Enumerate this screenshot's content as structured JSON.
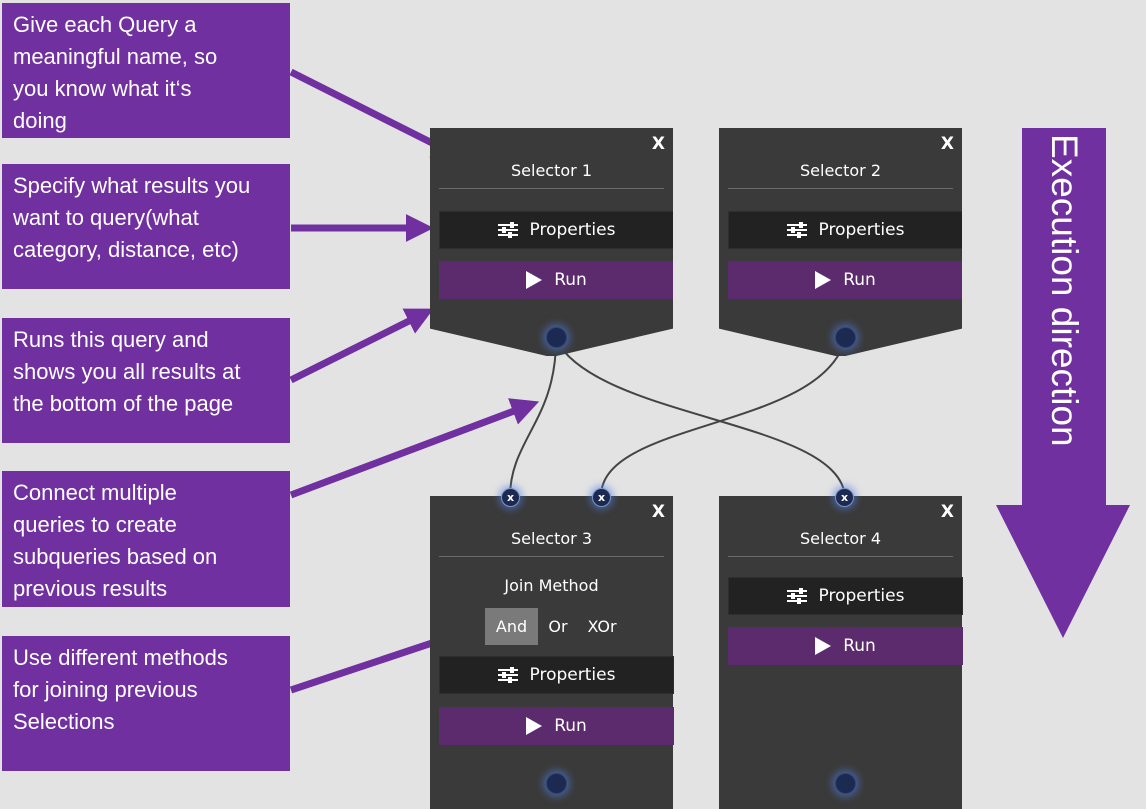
{
  "callouts": [
    "Give each Query a\nmeaningful name, so\nyou know what it‘s\ndoing",
    "Specify what results you\nwant to query(what\ncategory, distance, etc)",
    "Runs this query and\nshows you all results at\nthe bottom of the page",
    "Connect multiple\nqueries to create\nsubqueries based on\nprevious results",
    "Use different methods\nfor joining previous\nSelections"
  ],
  "nodes": [
    {
      "title": "Selector 1",
      "close": "X",
      "properties_label": "Properties",
      "run_label": "Run"
    },
    {
      "title": "Selector 2",
      "close": "X",
      "properties_label": "Properties",
      "run_label": "Run"
    },
    {
      "title": "Selector 3",
      "close": "X",
      "join_method_label": "Join Method",
      "join_options": [
        "And",
        "Or",
        "XOr"
      ],
      "join_selected": "And",
      "properties_label": "Properties",
      "run_label": "Run"
    },
    {
      "title": "Selector 4",
      "close": "X",
      "properties_label": "Properties",
      "run_label": "Run"
    }
  ],
  "input_port_label": "x",
  "execution_label": "Execution direction",
  "colors": {
    "callout": "#7030a0",
    "node_bg": "#3a3a3a",
    "run_button": "#5c2b6e",
    "properties_button": "#222222",
    "background": "#e3e3e3",
    "port": "#1c2a52"
  },
  "icons": {
    "properties": "sliders-icon",
    "run": "play-icon"
  }
}
